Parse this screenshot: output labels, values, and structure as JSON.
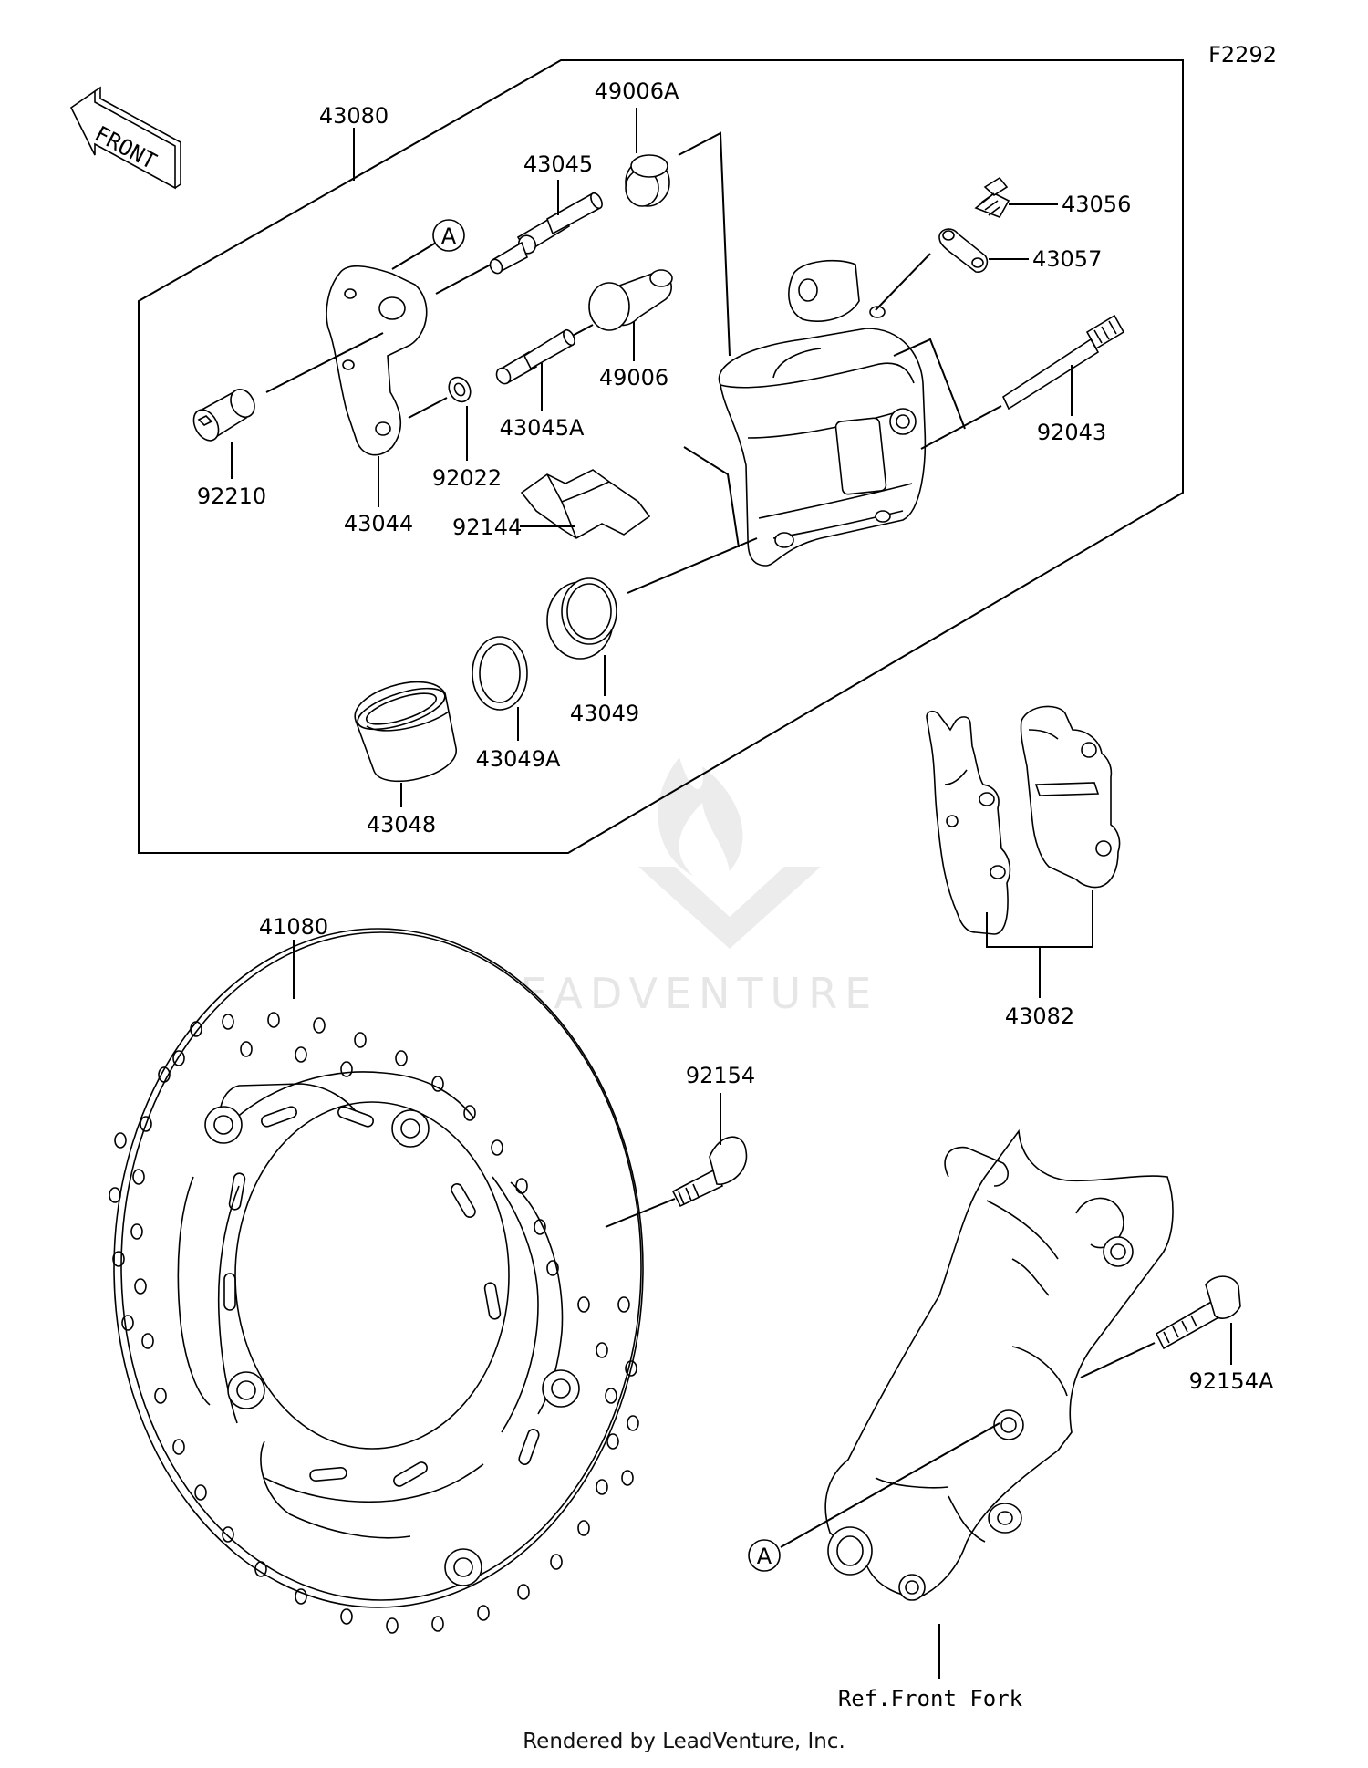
{
  "figure_code": "F2292",
  "front_label": "FRONT",
  "ref_label": "A",
  "watermark": "LEADVENTURE",
  "footer": "Rendered by LeadVenture, Inc.",
  "fork_ref": "Ref.Front Fork",
  "parts": {
    "caliper_assy": "43080",
    "piston_seal_cup": "49006A",
    "pin_a": "43045",
    "pin_b": "43045A",
    "bleeder": "43056",
    "bleeder_cap": "43057",
    "collar": "92210",
    "bracket": "43044",
    "washer": "92022",
    "boot": "49006",
    "spring": "92144",
    "pad_pin": "92043",
    "seal_a": "43049",
    "seal_b": "43049A",
    "piston": "43048",
    "pad_set": "43082",
    "disc": "41080",
    "disc_bolt": "92154",
    "caliper_bolt": "92154A"
  }
}
